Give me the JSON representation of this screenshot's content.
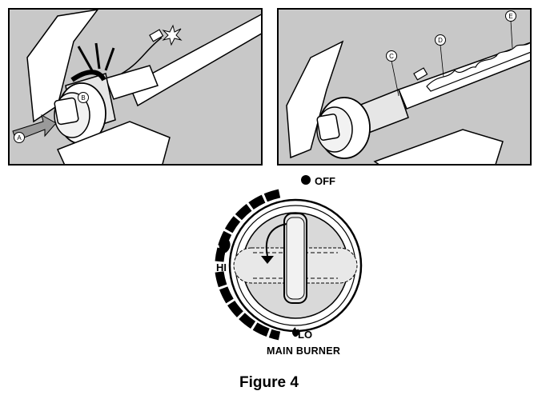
{
  "figure": {
    "caption": "Figure 4"
  },
  "callouts": {
    "a": "A",
    "b": "B",
    "c": "C",
    "d": "D",
    "e": "E"
  },
  "dial": {
    "off_label": "OFF",
    "hi_label": "HI",
    "lo_label": "LO",
    "name_label": "MAIN BURNER"
  },
  "colors": {
    "panel_background": "#c8c8c8",
    "line": "#000000",
    "knob_face": "#d9d9d9"
  }
}
